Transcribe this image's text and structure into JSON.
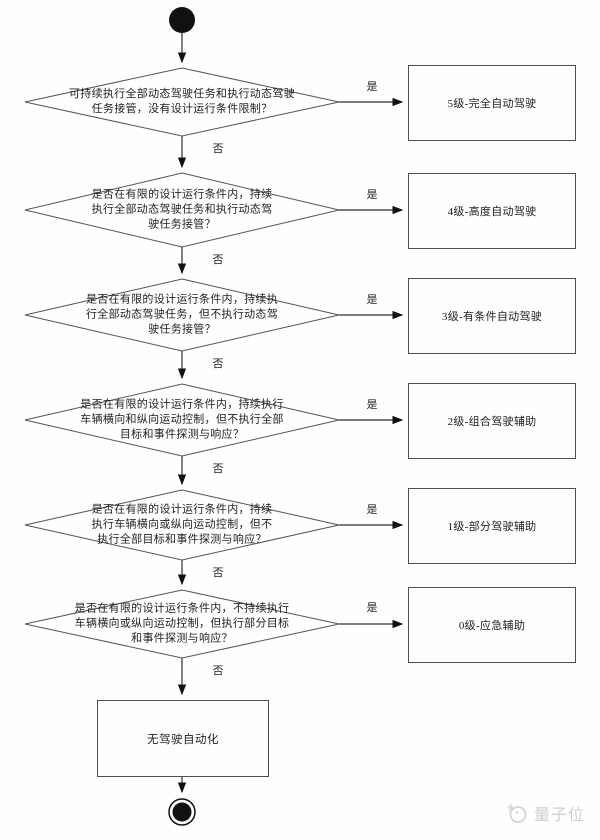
{
  "labels": {
    "yes": "是",
    "no": "否"
  },
  "decisions": [
    {
      "question": "可持续执行全部动态驾驶任务和执行动态驾驶任务接管，没有设计运行条件限制？",
      "result": "5级-完全自动驾驶"
    },
    {
      "question": "是否在有限的设计运行条件内，持续执行全部动态驾驶任务和执行动态驾驶任务接管？",
      "result": "4级-高度自动驾驶"
    },
    {
      "question": "是否在有限的设计运行条件内，持续执行全部动态驾驶任务，但不执行动态驾驶任务接管？",
      "result": "3级-有条件自动驾驶"
    },
    {
      "question": "是否在有限的设计运行条件内，持续执行车辆横向和纵向运动控制，但不执行全部目标和事件探测与响应？",
      "result": "2级-组合驾驶辅助"
    },
    {
      "question": "是否在有限的设计运行条件内，持续执行车辆横向或纵向运动控制，但不执行全部目标和事件探测与响应？",
      "result": "1级-部分驾驶辅助"
    },
    {
      "question": "是否在有限的设计运行条件内，不持续执行车辆横向或纵向运动控制，但执行部分目标和事件探测与响应？",
      "result": "0级-应急辅助"
    }
  ],
  "final_box": {
    "text": "无驾驶自动化"
  },
  "watermark": {
    "text": "量子位"
  },
  "colors": {
    "line": "#2e2e2e",
    "shape_border": "#555555",
    "watermark": "#cfcfcf"
  }
}
